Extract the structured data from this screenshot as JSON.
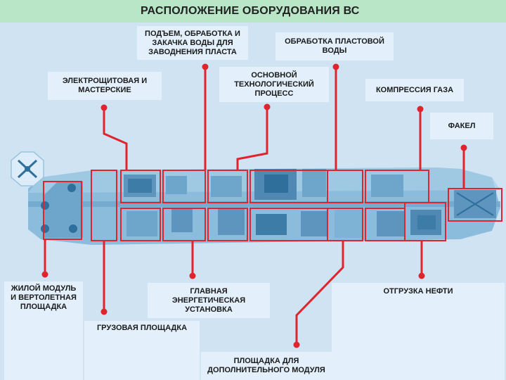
{
  "title": "РАСПОЛОЖЕНИЕ ОБОРУДОВАНИЯ ВС",
  "colors": {
    "title_bg": "#b8e6c6",
    "background": "#cfe3f3",
    "label_bg": "#e3f0fb",
    "leader": "#e0242e",
    "hull": "#7fb3d6"
  },
  "labels": {
    "water_injection": "ПОДЪЕМ, ОБРАБОТКА И\nЗАКАЧКА ВОДЫ ДЛЯ\nЗАВОДНЕНИЯ ПЛАСТА",
    "produced_water": "ОБРАБОТКА ПЛАСТОВОЙ\nВОДЫ",
    "switchgear": "ЭЛЕКТРОЩИТОВАЯ И\nМАСТЕРСКИЕ",
    "main_process": "ОСНОВНОЙ\nТЕХНОЛОГИЧЕСКИЙ\nПРОЦЕСС",
    "gas_compression": "КОМПРЕССИЯ ГАЗА",
    "flare": "ФАКЕЛ",
    "living_quarters": "ЖИЛОЙ МОДУЛЬ\nИ ВЕРТОЛЕТНАЯ\nПЛОЩАДКА",
    "power_plant": "ГЛАВНАЯ\nЭНЕРГЕТИЧЕСКАЯ\nУСТАНОВКА",
    "oil_offloading": "ОТГРУЗКА НЕФТИ",
    "cargo_deck": "ГРУЗОВАЯ ПЛОЩАДКА",
    "extra_module": "ПЛОЩАДКА ДЛЯ\nДОПОЛНИТЕЛЬНОГО МОДУЛЯ"
  }
}
